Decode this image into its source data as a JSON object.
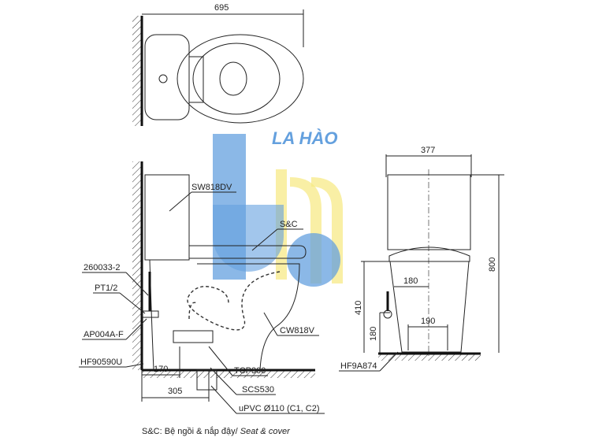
{
  "watermark": {
    "brand": "LA HÀO",
    "blue": "#4a90d9",
    "yellow": "#f5e66a"
  },
  "top_view": {
    "width_dim": "695"
  },
  "side_view": {
    "labels": {
      "tank": "SW818DV",
      "seat": "S&C",
      "part_260033": "260033-2",
      "pt": "PT1/2",
      "ap": "AP004A-F",
      "hf": "HF90590U",
      "bowl": "CW818V",
      "tcp": "TCP300",
      "scs": "SCS530",
      "pipe": "uPVC Ø110 (C1, C2)"
    },
    "dims": {
      "d170": "170",
      "d305": "305"
    }
  },
  "front_view": {
    "dims": {
      "width": "377",
      "height": "800",
      "seat_height": "410",
      "inlet_height": "180",
      "inlet_offset": "180",
      "bolt_spacing": "190"
    },
    "labels": {
      "hf": "HF9A874"
    }
  },
  "footnote": {
    "text": "S&C: Bệ ngồi & nắp đậy/ ",
    "italic": "Seat & cover"
  }
}
